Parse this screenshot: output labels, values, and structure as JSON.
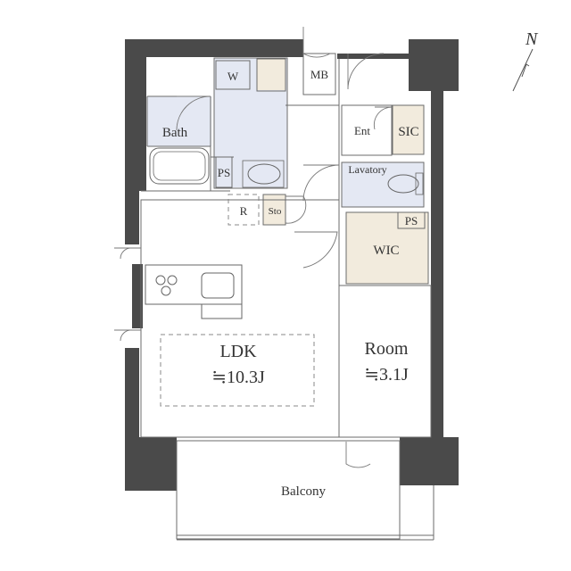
{
  "compass": {
    "label": "N"
  },
  "rooms": {
    "w": "W",
    "mb": "MB",
    "bath": "Bath",
    "ps_bath": "PS",
    "r": "R",
    "sto": "Sto",
    "ent": "Ent",
    "sic": "SIC",
    "lavatory": "Lavatory",
    "ps_wic": "PS",
    "wic": "WIC",
    "ldk_name": "LDK",
    "ldk_size": "≒10.3J",
    "room_name": "Room",
    "room_size": "≒3.1J",
    "balcony": "Balcony"
  },
  "colors": {
    "wall": "#4a4a4a",
    "wet_area": "#e4e8f3",
    "storage": "#f2ebdd",
    "line": "#6b6b6b"
  }
}
